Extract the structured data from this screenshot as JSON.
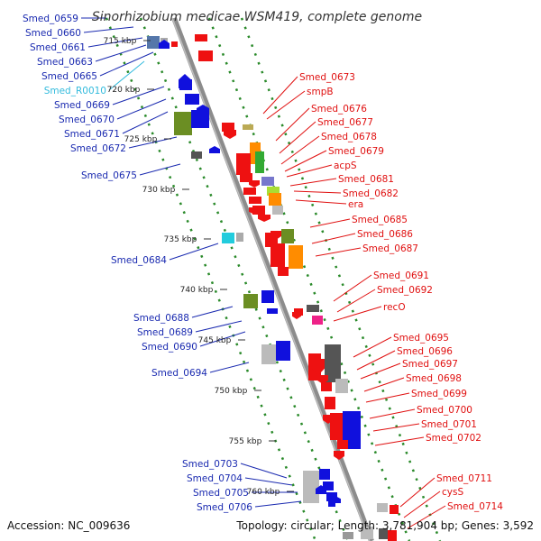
{
  "title": "Sinorhizobium medicae WSM419, complete genome",
  "footer": {
    "accession": "Accession: NC_009636",
    "topology": "Topology: circular; Length: 3,781,904 bp; Genes: 3,592"
  },
  "colors": {
    "left_label": "#1a2ab0",
    "right_label": "#e01010",
    "rna_label": "#33bbdd",
    "backbone": "#8c8c8c",
    "dots": "#2a8a2a"
  },
  "kbp_ticks": [
    "715 kbp",
    "720 kbp",
    "725 kbp",
    "730 kbp",
    "735 kbp",
    "740 kbp",
    "745 kbp",
    "750 kbp",
    "755 kbp",
    "760 kbp"
  ],
  "left_genes": [
    "Smed_0659",
    "Smed_0660",
    "Smed_0661",
    "Smed_0663",
    "Smed_0665",
    "Smed_R0010",
    "Smed_0669",
    "Smed_0670",
    "Smed_0671",
    "Smed_0672",
    "Smed_0675",
    "Smed_0684",
    "Smed_0688",
    "Smed_0689",
    "Smed_0690",
    "Smed_0694",
    "Smed_0703",
    "Smed_0704",
    "Smed_0705",
    "Smed_0706"
  ],
  "right_genes": [
    "Smed_0673",
    "smpB",
    "Smed_0676",
    "Smed_0677",
    "Smed_0678",
    "Smed_0679",
    "acpS",
    "Smed_0681",
    "Smed_0682",
    "era",
    "Smed_0685",
    "Smed_0686",
    "Smed_0687",
    "Smed_0691",
    "Smed_0692",
    "recO",
    "Smed_0695",
    "Smed_0696",
    "Smed_0697",
    "Smed_0698",
    "Smed_0699",
    "Smed_0700",
    "Smed_0701",
    "Smed_0702",
    "Smed_0711",
    "cysS",
    "Smed_0714"
  ]
}
